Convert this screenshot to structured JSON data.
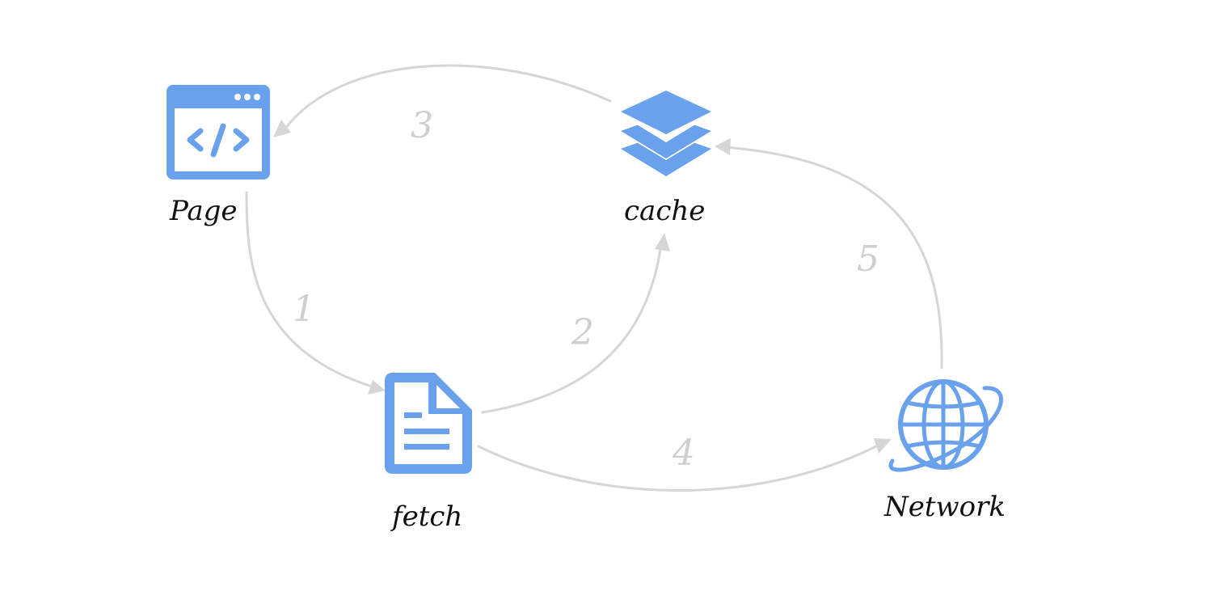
{
  "colors": {
    "icon": "#6aa1ec",
    "edge": "#d6d6d6",
    "edge_label": "#cfcfcf",
    "node_label": "#111111",
    "background": "#ffffff"
  },
  "nodes": {
    "page": {
      "label": "Page",
      "icon": "browser-code-icon"
    },
    "cache": {
      "label": "cache",
      "icon": "layers-icon"
    },
    "fetch": {
      "label": "fetch",
      "icon": "document-icon"
    },
    "network": {
      "label": "Network",
      "icon": "globe-icon"
    }
  },
  "edges": [
    {
      "from": "page",
      "to": "fetch",
      "label": "1"
    },
    {
      "from": "fetch",
      "to": "cache",
      "label": "2"
    },
    {
      "from": "cache",
      "to": "page",
      "label": "3"
    },
    {
      "from": "fetch",
      "to": "network",
      "label": "4"
    },
    {
      "from": "network",
      "to": "cache",
      "label": "5"
    }
  ]
}
